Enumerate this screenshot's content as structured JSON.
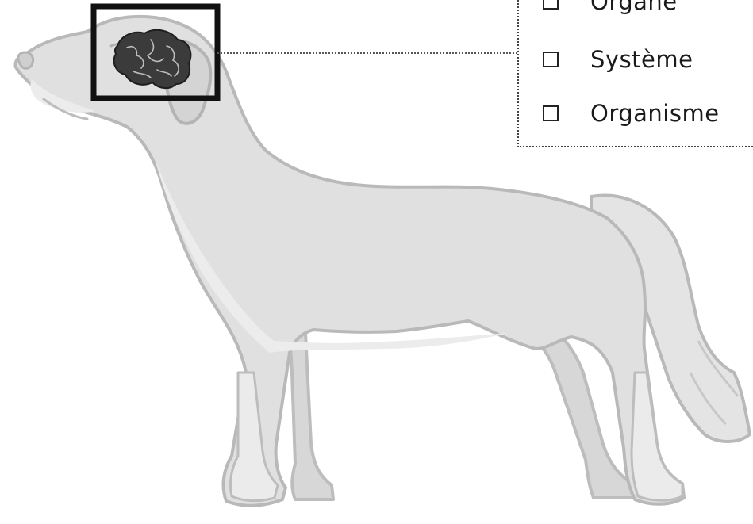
{
  "options": [
    {
      "label": "Organe"
    },
    {
      "label": "Système"
    },
    {
      "label": "Organisme"
    }
  ],
  "colors": {
    "body_fill": "#e0e0e0",
    "body_light": "#eeeeee",
    "outline": "#b9b9b9",
    "brain": "#3b3b3b",
    "highlight_frame": "#111111"
  }
}
